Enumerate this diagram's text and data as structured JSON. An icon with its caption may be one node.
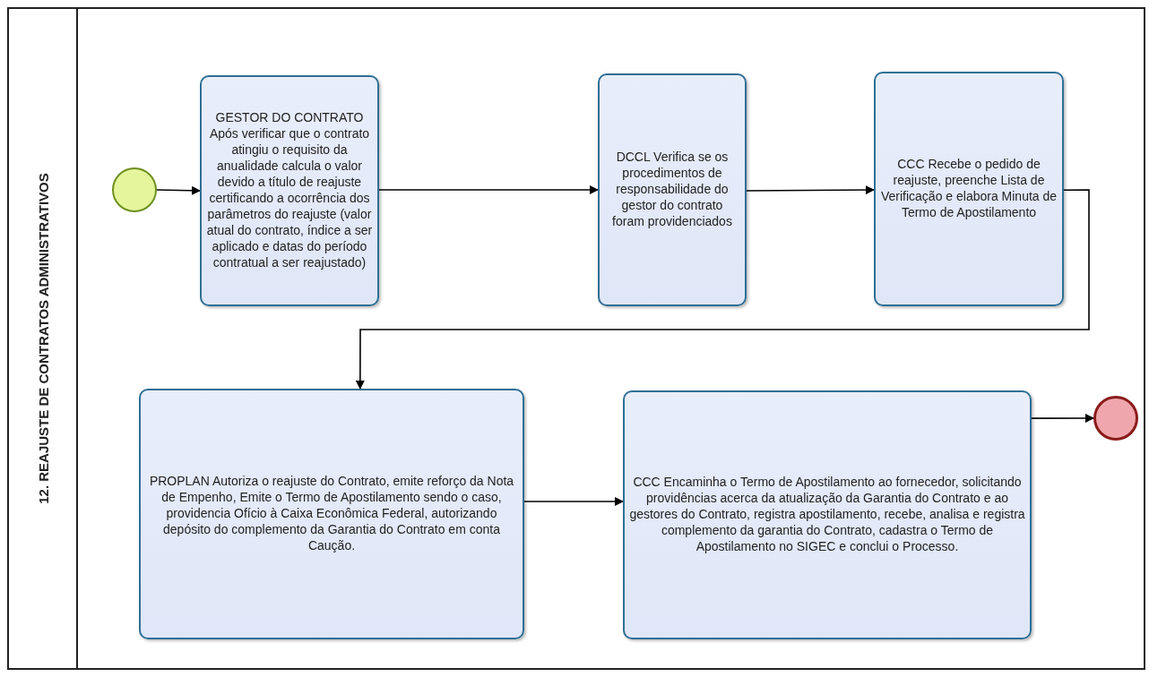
{
  "diagram": {
    "nodes": [
      {
        "text": [
          "12. REAJUSTE DE CONTRATOS ADMINISTRATIVOS"
        ]
      },
      {
        "text": [],
        "shape": "circle",
        "in": 0
      },
      {
        "text": [
          "GESTOR DO CONTRATO Após verificar que o contrato atingiu o requisito da anualidade calcula o valor devido a título de reajuste certificando a ocorrência dos parâmetros do reajuste (valor atual do contrato, índice a ser aplicado e datas do período contratual a ser reajustado)"
        ],
        "in": 0
      },
      {
        "text": [
          "DCCL Verifica se os procedimentos de responsabilidade do gestor do contrato foram providenciados"
        ],
        "in": 0
      },
      {
        "text": [
          "CCC Recebe o pedido de reajuste, preenche Lista de Verificação e elabora Minuta de Termo de Apostilamento"
        ],
        "in": 0
      },
      {
        "text": [
          "PROPLAN Autoriza o reajuste do Contrato, emite reforço da Nota de Empenho, Emite o Termo de Apostilamento sendo o caso, providencia Ofício à Caixa Econômica Federal, autorizando depósito do complemento da Garantia do Contrato em conta Caução."
        ],
        "in": 0
      },
      {
        "text": [
          "CCC Encaminha o Termo de Apostilamento ao fornecedor, solicitando providências acerca da atualização da Garantia do Contrato e ao gestores do Contrato, registra apostilamento, recebe, analisa e registra complemento da garantia do Contrato, cadastra o Termo de Apostilamento no SIGEC e conclui o Processo."
        ],
        "in": 0
      },
      {
        "text": [],
        "shape": "circle",
        "in": 0
      }
    ],
    "edges": [
      {
        "from": 1,
        "to": 2,
        "arrow": "to"
      },
      {
        "from": 2,
        "to": 3,
        "arrow": "to"
      },
      {
        "from": 3,
        "to": 4,
        "arrow": "to"
      },
      {
        "from": 4,
        "to": 5,
        "arrow": "to"
      },
      {
        "from": 5,
        "to": 6,
        "arrow": "to"
      },
      {
        "from": 6,
        "to": 7,
        "arrow": "to"
      }
    ]
  }
}
